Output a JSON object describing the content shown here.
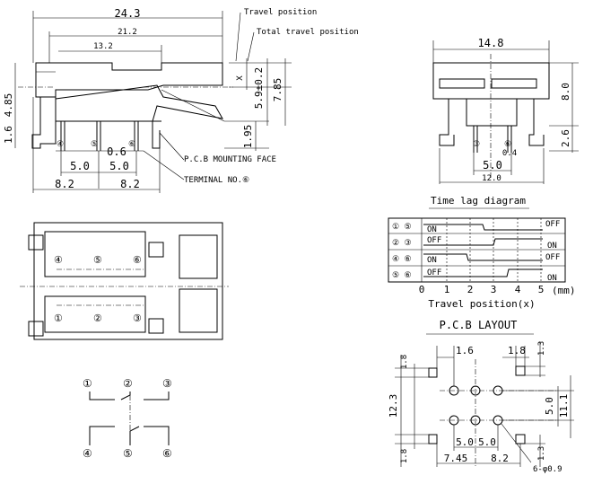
{
  "side_view": {
    "dim_overall": "24.3",
    "dim_mid": "21.2",
    "dim_inner": "13.2",
    "travel_position": "Travel position",
    "total_travel_position": "Total travel position",
    "x_mark": "X",
    "dim_stroke": "5.9±0.2",
    "dim_height": "7.85",
    "dim_left_height": "4.85",
    "dim_left_low": "1.6",
    "dim_pin_height": "1.95",
    "dim_pin_pitch_a": "5.0",
    "dim_pin_pitch_b": "5.0",
    "dim_pin_gap": "0.6",
    "dim_bottom_a": "8.2",
    "dim_bottom_b": "8.2",
    "pcb_mounting_face": "P.C.B MOUNTING FACE",
    "terminal_no": "TERMINAL NO.⑥",
    "terminal_marks": [
      "④",
      "⑤",
      "⑥"
    ]
  },
  "front_view": {
    "dim_width": "14.8",
    "dim_height": "8.0",
    "dim_pin": "2.6",
    "dim_pin_w": "0.4",
    "dim_pin_pitch": "5.0",
    "dim_base": "12.0",
    "terminal_marks": [
      "③",
      "⑥"
    ]
  },
  "time_lag": {
    "title": "Time lag diagram",
    "rows": [
      {
        "pins": "① ⑤",
        "left_state": "ON",
        "right_state": "OFF"
      },
      {
        "pins": "② ③",
        "left_state": "OFF",
        "right_state": "ON"
      },
      {
        "pins": "④ ⑥",
        "left_state": "ON",
        "right_state": "OFF"
      },
      {
        "pins": "⑤ ⑥",
        "left_state": "OFF",
        "right_state": "ON"
      }
    ],
    "axis_ticks": [
      "0",
      "1",
      "2",
      "3",
      "4",
      "5"
    ],
    "axis_unit": "(mm)",
    "axis_label": "Travel position(x)"
  },
  "top_view": {
    "upper_terminals": [
      "④",
      "⑤",
      "⑥"
    ],
    "lower_terminals": [
      "①",
      "②",
      "③"
    ]
  },
  "schematic": {
    "upper_terminals": [
      "①",
      "②",
      "③"
    ],
    "lower_terminals": [
      "④",
      "⑤",
      "⑥"
    ]
  },
  "pcb_layout": {
    "title": "P.C.B LAYOUT",
    "dim_top_left_w": "1.6",
    "dim_top_right_w": "1.8",
    "dim_top_right_h": "1.3",
    "dim_left_top": "1.8",
    "dim_left_total": "12.3",
    "dim_left_bottom": "1.8",
    "dim_right_pitch": "5.0",
    "dim_right_total": "11.1",
    "dim_right_bottom": "1.3",
    "dim_bottom_a": "5.0",
    "dim_bottom_b": "5.0",
    "dim_bottom_c": "7.45",
    "dim_bottom_d": "8.2",
    "hole_note": "6-φ0.9"
  }
}
